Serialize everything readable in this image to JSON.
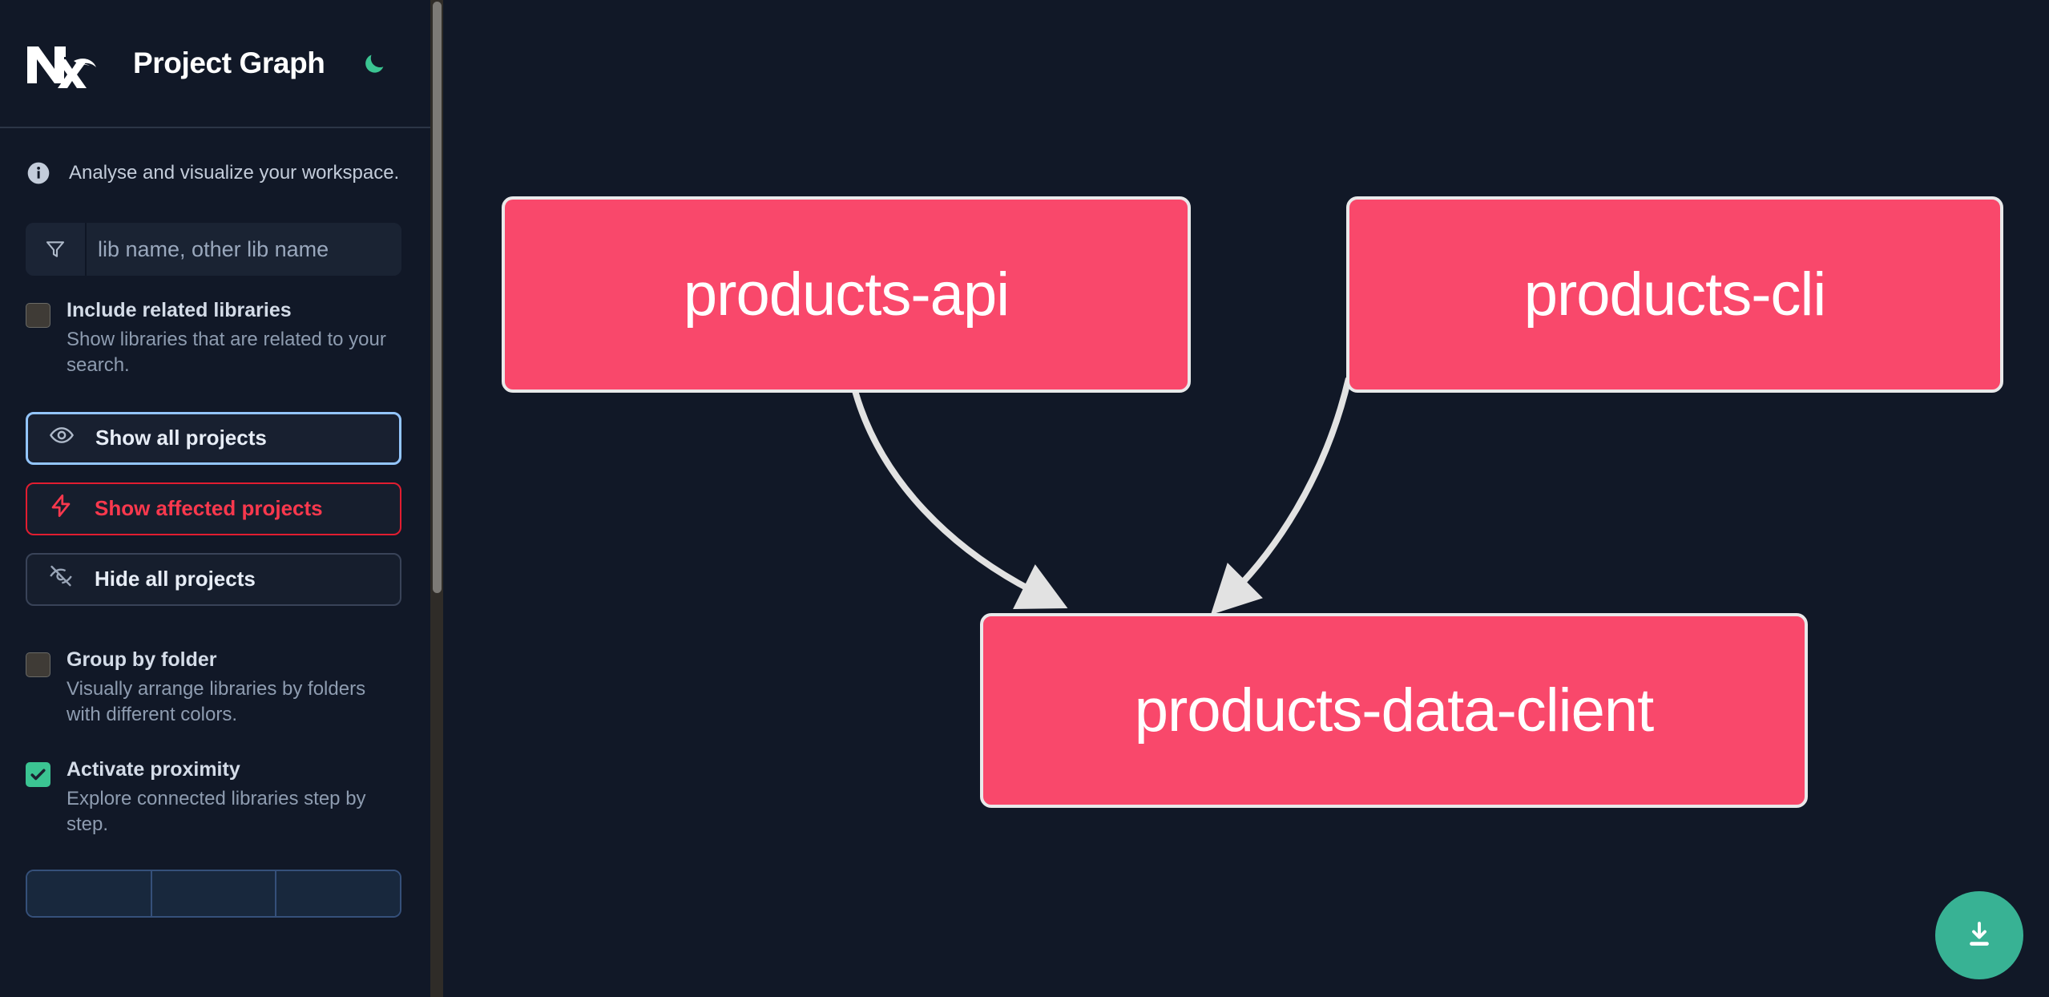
{
  "header": {
    "logo_name": "nx-logo",
    "title": "Project Graph",
    "theme_toggle_icon": "moon-icon"
  },
  "sidebar": {
    "info": {
      "icon": "info-icon",
      "text": "Analyse and visualize your workspace."
    },
    "search": {
      "icon": "filter-icon",
      "placeholder": "lib name, other lib name",
      "value": ""
    },
    "include_related": {
      "label": "Include related libraries",
      "description": "Show libraries that are related to your search.",
      "checked": false
    },
    "buttons": [
      {
        "label": "Show all projects",
        "icon": "eye-icon",
        "style": "primary"
      },
      {
        "label": "Show affected projects",
        "icon": "lightning-icon",
        "style": "danger"
      },
      {
        "label": "Hide all projects",
        "icon": "eye-off-icon",
        "style": "muted"
      }
    ],
    "group_by_folder": {
      "label": "Group by folder",
      "description": "Visually arrange libraries by folders with different colors.",
      "checked": false
    },
    "activate_proximity": {
      "label": "Activate proximity",
      "description": "Explore connected libraries step by step.",
      "checked": true
    }
  },
  "canvas": {
    "nodes": [
      {
        "id": "products-api",
        "label": "products-api"
      },
      {
        "id": "products-cli",
        "label": "products-cli"
      },
      {
        "id": "products-data-client",
        "label": "products-data-client"
      }
    ],
    "edges": [
      {
        "from": "products-api",
        "to": "products-data-client"
      },
      {
        "from": "products-cli",
        "to": "products-data-client"
      }
    ],
    "download_button": {
      "icon": "download-icon",
      "label": "Download"
    }
  },
  "colors": {
    "background": "#111827",
    "node_fill": "#f9486b",
    "node_border": "#e9e9ea",
    "edge": "#e2e2e2",
    "accent_green": "#38b294",
    "accent_blue": "#93c5fd",
    "accent_red": "#f9384d"
  }
}
